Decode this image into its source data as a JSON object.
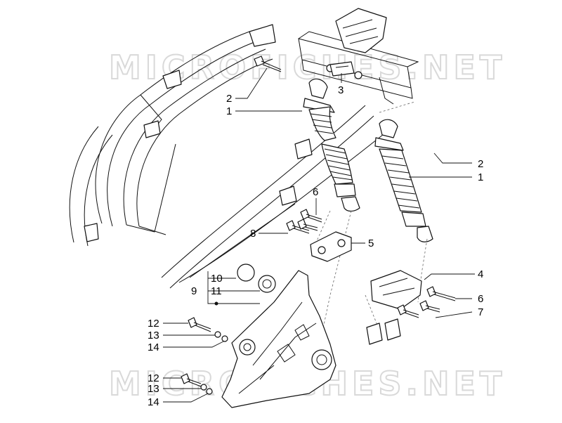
{
  "watermark": "MICROFICHES.NET",
  "callouts": [
    {
      "key": "c2a",
      "label": "2"
    },
    {
      "key": "c1a",
      "label": "1"
    },
    {
      "key": "c3",
      "label": "3"
    },
    {
      "key": "c2b",
      "label": "2"
    },
    {
      "key": "c1b",
      "label": "1"
    },
    {
      "key": "c6a",
      "label": "6"
    },
    {
      "key": "c8",
      "label": "8"
    },
    {
      "key": "c5",
      "label": "5"
    },
    {
      "key": "c10",
      "label": "10"
    },
    {
      "key": "c9",
      "label": "9"
    },
    {
      "key": "c11",
      "label": "11"
    },
    {
      "key": "c4",
      "label": "4"
    },
    {
      "key": "c6b",
      "label": "6"
    },
    {
      "key": "c7",
      "label": "7"
    },
    {
      "key": "c12a",
      "label": "12"
    },
    {
      "key": "c13a",
      "label": "13"
    },
    {
      "key": "c14a",
      "label": "14"
    },
    {
      "key": "c12b",
      "label": "12"
    },
    {
      "key": "c13b",
      "label": "13"
    },
    {
      "key": "c14b",
      "label": "14"
    }
  ]
}
